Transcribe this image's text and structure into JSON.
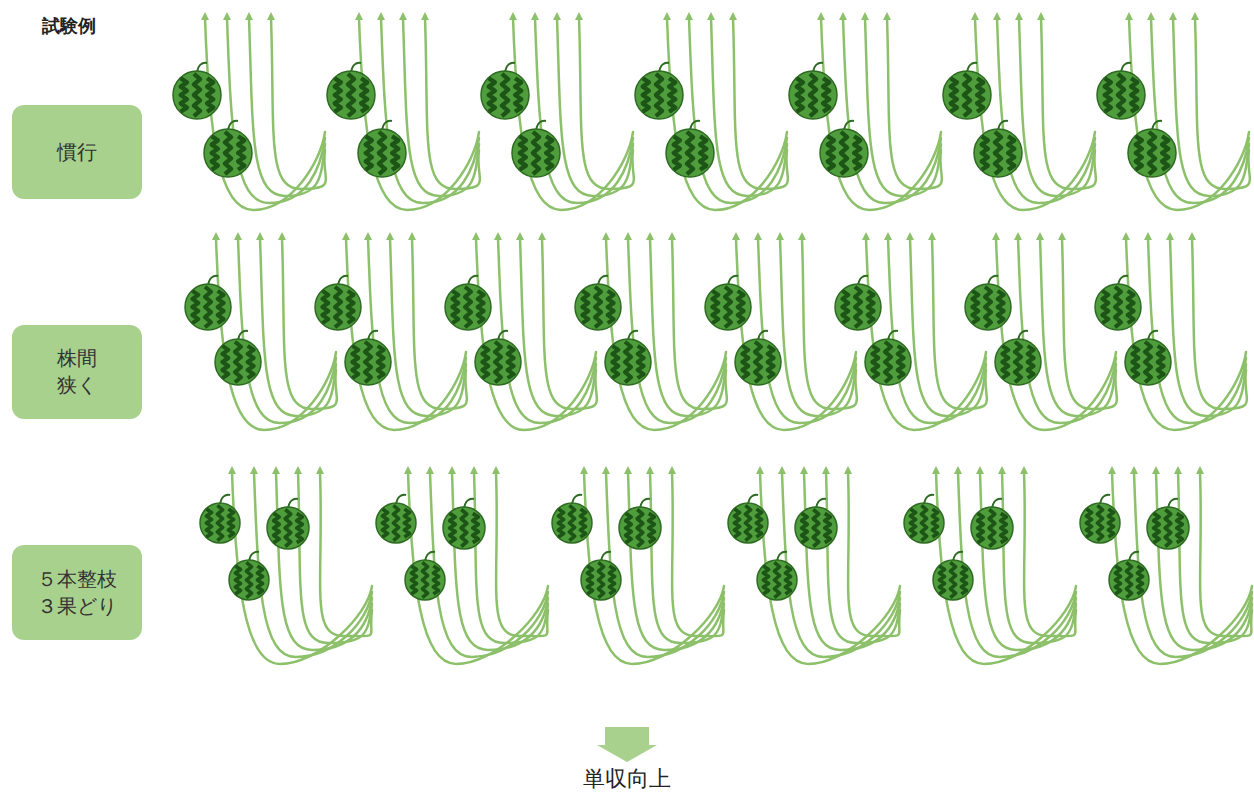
{
  "diagram": {
    "title": "試験例",
    "nodes": [
      {
        "text": [
          "慣行"
        ]
      },
      {
        "text": [
          "株間 狭く"
        ]
      },
      {
        "text": [
          "５本整枝 ３果どり"
        ]
      }
    ],
    "labels": [
      "単収向上"
    ]
  }
}
